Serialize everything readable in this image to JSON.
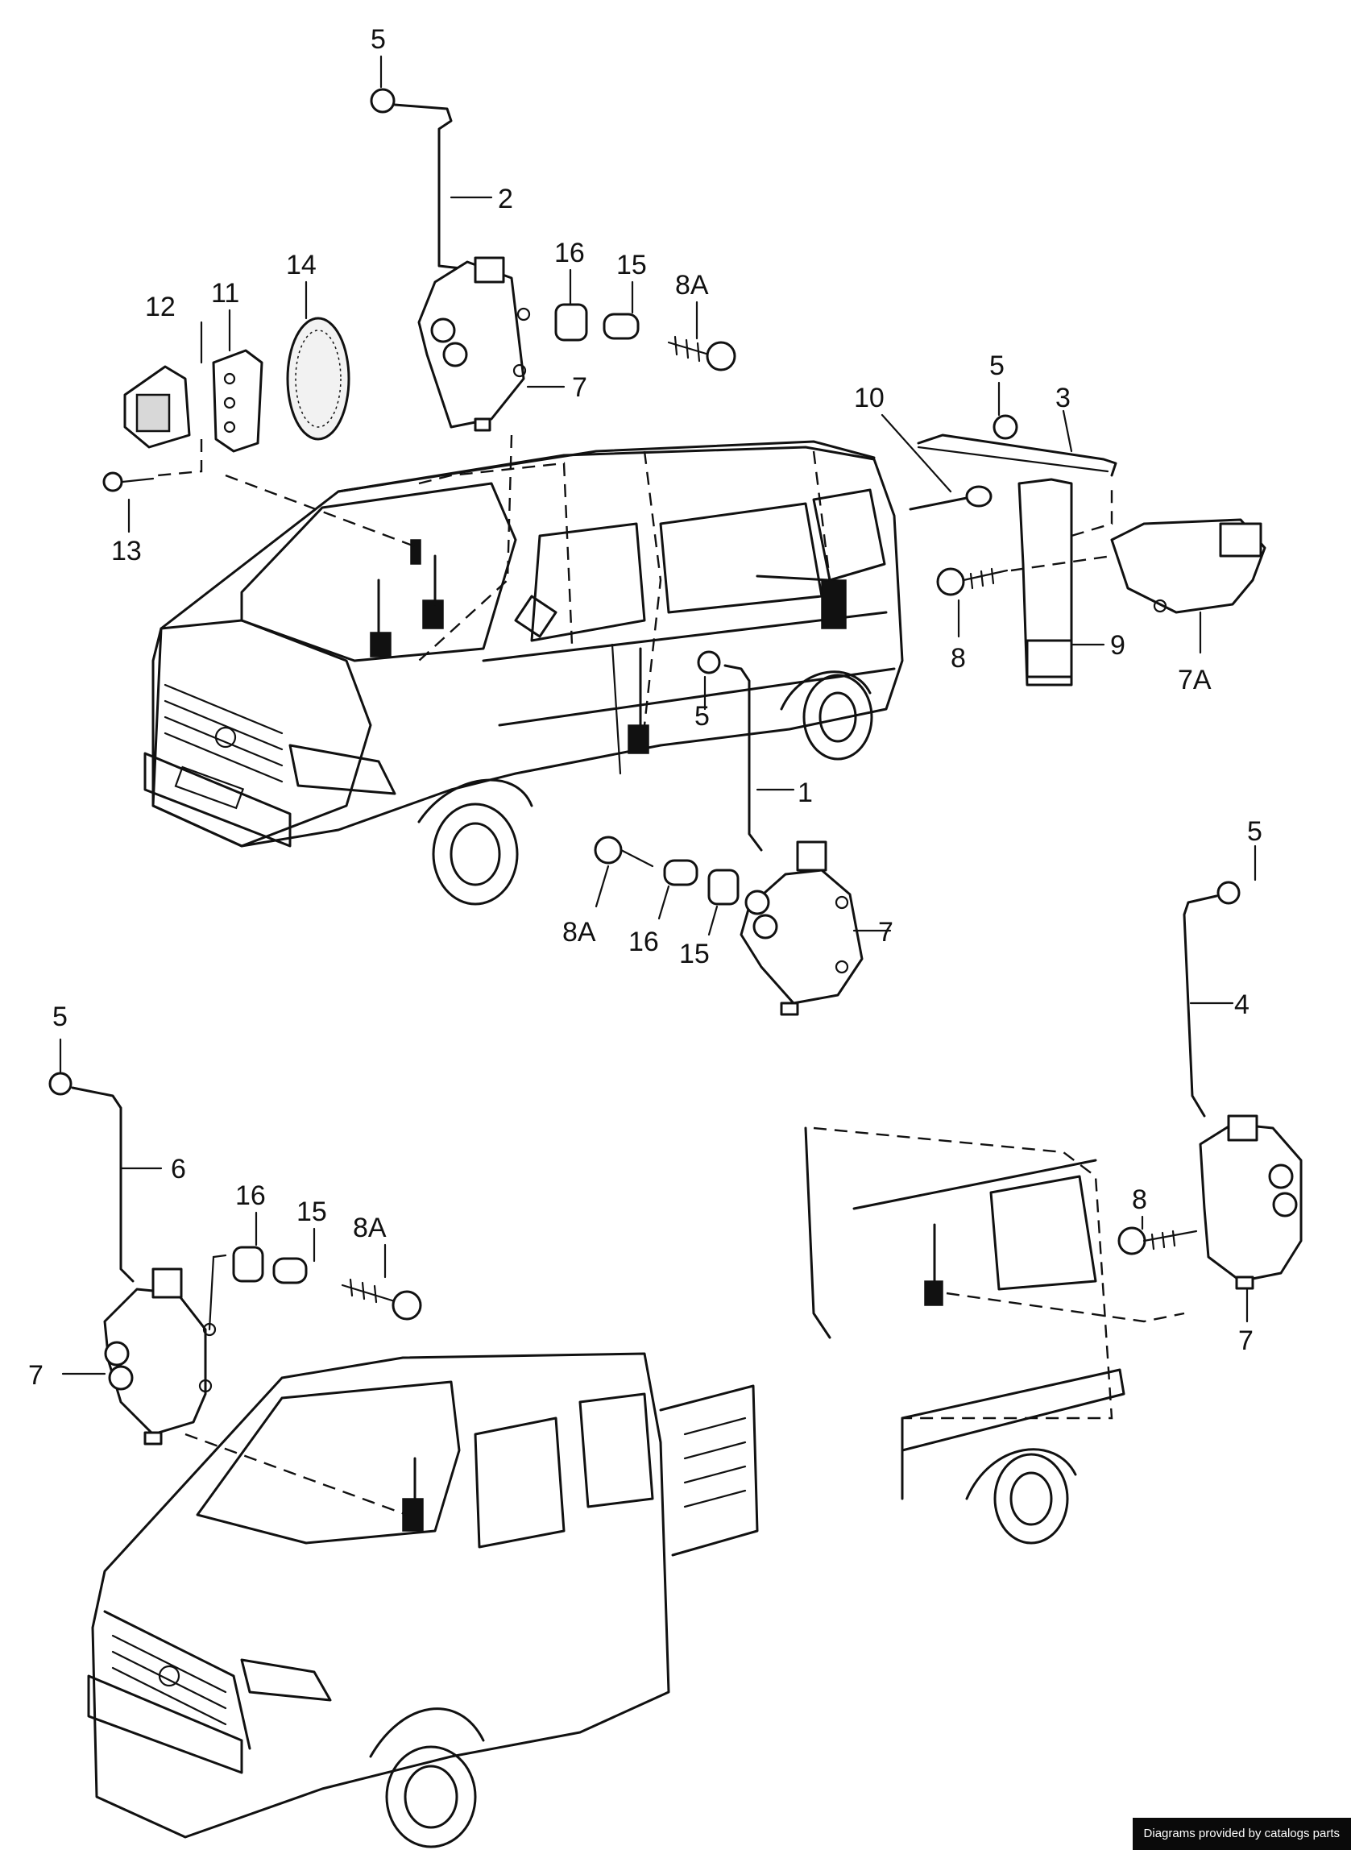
{
  "callouts": {
    "c1": "1",
    "c2": "2",
    "c3": "3",
    "c4": "4",
    "c5a": "5",
    "c5b": "5",
    "c5c": "5",
    "c5d": "5",
    "c5e": "5",
    "c6": "6",
    "c7a": "7",
    "c7b": "7",
    "c7c": "7",
    "c7d": "7",
    "c7A": "7A",
    "c8a": "8",
    "c8b": "8",
    "c8Aa": "8A",
    "c8Ab": "8A",
    "c8Ac": "8A",
    "c9": "9",
    "c10": "10",
    "c11": "11",
    "c12": "12",
    "c13": "13",
    "c14": "14",
    "c15a": "15",
    "c15b": "15",
    "c15c": "15",
    "c16a": "16",
    "c16b": "16",
    "c16c": "16"
  },
  "credit": "Diagrams provided by catalogs parts",
  "colors": {
    "line": "#111111",
    "background": "#ffffff",
    "credit_bg": "#0a0a0a",
    "credit_text": "#ffffff"
  }
}
